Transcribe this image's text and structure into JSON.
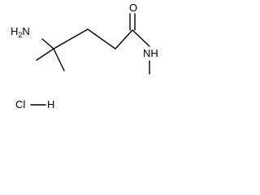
{
  "molecule": {
    "atoms": {
      "amine": "H2N",
      "oxygen": "O",
      "amide_nh": "NH",
      "hcl_cl": "Cl",
      "hcl_h": "H"
    },
    "bond_color": "#000000",
    "text_color": "#000000",
    "background": "#ffffff"
  }
}
